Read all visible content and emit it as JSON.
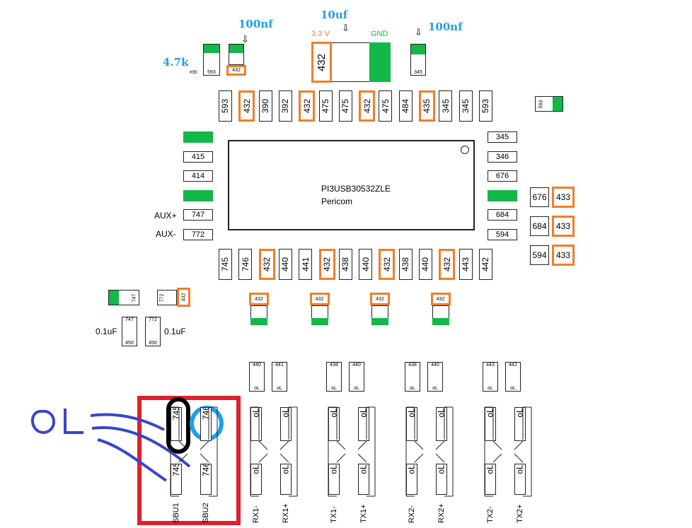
{
  "top_labels": {
    "cap_100nf_left": "100nf",
    "cap_10uf": "10uf",
    "cap_100nf_right": "100nf",
    "res_4_7k": "4.7k",
    "v33": "3.3 V",
    "gnd": "GND"
  },
  "top_parts": {
    "r593": "593",
    "c432": "432",
    "big432": "432",
    "c345": "345"
  },
  "top_row": [
    "593",
    "432",
    "390",
    "392",
    "432",
    "475",
    "475",
    "432",
    "475",
    "484",
    "435",
    "345",
    "345",
    "593"
  ],
  "top_row_orange": [
    1,
    4,
    7,
    10
  ],
  "right_small": "593",
  "chip": {
    "name": "PI3USB30532ZLE",
    "maker": "Pericom"
  },
  "left_col": [
    "",
    "415",
    "414",
    "",
    "747",
    "772"
  ],
  "left_pin_labels": {
    "aux_plus": "AUX+",
    "aux_minus": "AUX-"
  },
  "right_col": [
    "345",
    "346",
    "676",
    "",
    "684",
    "594"
  ],
  "right_pairs": [
    [
      "676",
      "433"
    ],
    [
      "684",
      "433"
    ],
    [
      "594",
      "433"
    ]
  ],
  "bottom_row": [
    "745",
    "746",
    "432",
    "440",
    "441",
    "432",
    "438",
    "440",
    "432",
    "438",
    "440",
    "432",
    "443",
    "442"
  ],
  "bottom_row_orange": [
    2,
    5,
    8,
    11
  ],
  "small_left": {
    "a": "747",
    "b": "772",
    "c": "432"
  },
  "caps_left": [
    {
      "top": "747",
      "bot": "450"
    },
    {
      "top": "772",
      "bot": "450"
    }
  ],
  "cap_labels": {
    "left": "0.1uF",
    "right": "0.1uF"
  },
  "small_caps_432": [
    "432",
    "432",
    "432",
    "432"
  ],
  "pair_caps": [
    [
      "440",
      "441"
    ],
    [
      "438",
      "440"
    ],
    [
      "438",
      "440"
    ],
    [
      "443",
      "442"
    ]
  ],
  "ol_small": "oL",
  "connector_groups": [
    {
      "labels": [
        "SBU1",
        "SBU2"
      ],
      "top": [
        "745",
        "746"
      ],
      "bottom": [
        "745",
        "746"
      ]
    },
    {
      "labels": [
        "RX1-",
        "RX1+"
      ],
      "top": [
        "oL",
        "oL"
      ],
      "bottom": [
        "oL",
        "oL"
      ]
    },
    {
      "labels": [
        "TX1-",
        "TX1+"
      ],
      "top": [
        "oL",
        "oL"
      ],
      "bottom": [
        "oL",
        "oL"
      ]
    },
    {
      "labels": [
        "RX2-",
        "RX2+"
      ],
      "top": [
        "oL",
        "oL"
      ],
      "bottom": [
        "oL",
        "oL"
      ]
    },
    {
      "labels": [
        "TX2-",
        "TX2+"
      ],
      "top": [
        "oL",
        "oL"
      ],
      "bottom": [
        "oL",
        "oL"
      ]
    }
  ],
  "handwritten": "OL",
  "colors": {
    "orange": "#f07e26",
    "green": "#14b749",
    "blue": "#1fa0e0",
    "red": "#e0202a",
    "ink": "#3a45c8",
    "cyan": "#1f9fe8"
  }
}
